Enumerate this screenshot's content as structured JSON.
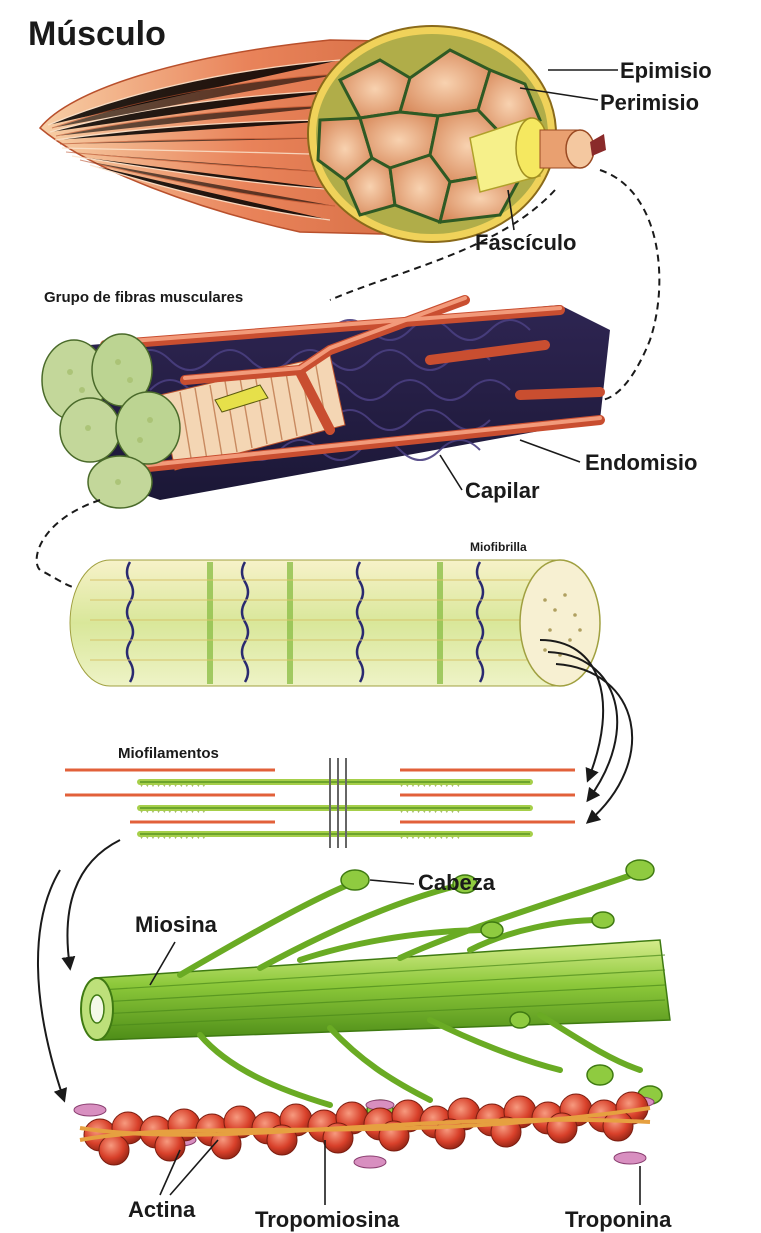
{
  "title": "Músculo",
  "labels": {
    "epimisio": "Epimisio",
    "perimisio": "Perimisio",
    "fasciculo": "Fascículo",
    "grupo_fibras": "Grupo de fibras musculares",
    "endomisio": "Endomisio",
    "capilar": "Capilar",
    "miofibrilla": "Miofibrilla",
    "miofilamentos": "Miofilamentos",
    "miosina": "Miosina",
    "cabeza": "Cabeza",
    "actina": "Actina",
    "tropomiosina": "Tropomiosina",
    "troponina": "Troponina"
  },
  "colors": {
    "muscle": "#e9835a",
    "muscle_dark": "#b9502c",
    "muscle_light": "#f6c7a2",
    "yellow": "#f3ee7a",
    "capillary": "#e56f4e",
    "network": "#2a2350",
    "fibril_green": "#b8d48a",
    "myosin_green": "#7cbf2a",
    "myosin_dark": "#3f7a12",
    "actin_red": "#d8402a",
    "troponin_pink": "#d88fc0",
    "filament_orange": "#e2603a"
  }
}
